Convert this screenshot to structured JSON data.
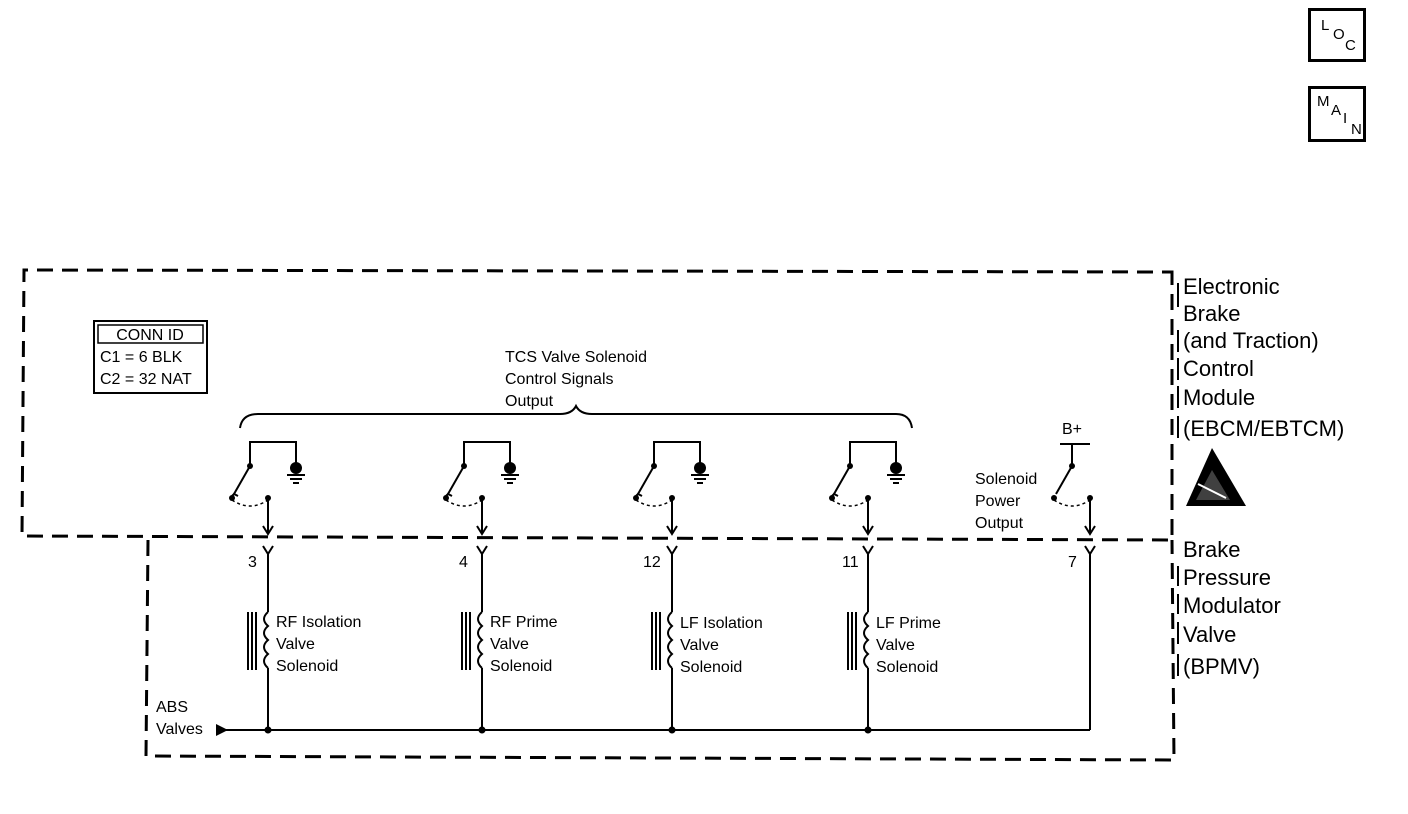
{
  "nav": {
    "loc": [
      "L",
      "O",
      "C"
    ],
    "main": [
      "M",
      "A",
      "I",
      "N"
    ]
  },
  "conn_id": {
    "title": "CONN ID",
    "c1": "C1 = 6 BLK",
    "c2": "C2 = 32 NAT"
  },
  "tcs_label": [
    "TCS Valve Solenoid",
    "Control Signals",
    "Output"
  ],
  "module_label": [
    "Electronic",
    "Brake",
    "(and Traction)",
    "Control",
    "Module",
    "(EBCM/EBTCM)"
  ],
  "bpmv_label": [
    "Brake",
    "Pressure",
    "Modulator",
    "Valve",
    "(BPMV)"
  ],
  "b_plus": "B+",
  "power_label": [
    "Solenoid",
    "Power",
    "Output"
  ],
  "pins": [
    "3",
    "4",
    "12",
    "11",
    "7"
  ],
  "solenoids": [
    [
      "RF Isolation",
      "Valve",
      "Solenoid"
    ],
    [
      "RF Prime",
      "Valve",
      "Solenoid"
    ],
    [
      "LF Isolation",
      "Valve",
      "Solenoid"
    ],
    [
      "LF Prime",
      "Valve",
      "Solenoid"
    ]
  ],
  "abs_label": [
    "ABS",
    "Valves"
  ]
}
